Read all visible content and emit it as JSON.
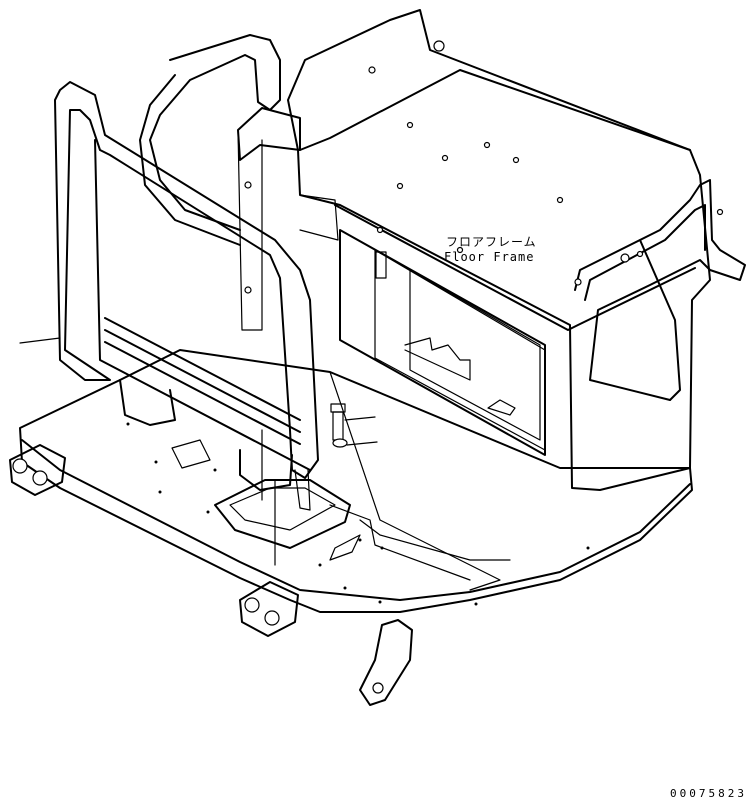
{
  "label": {
    "japanese": "フロアフレーム",
    "english": "Floor Frame"
  },
  "drawing_code": "00075823",
  "colors": {
    "line": "#000000",
    "background": "#ffffff"
  }
}
